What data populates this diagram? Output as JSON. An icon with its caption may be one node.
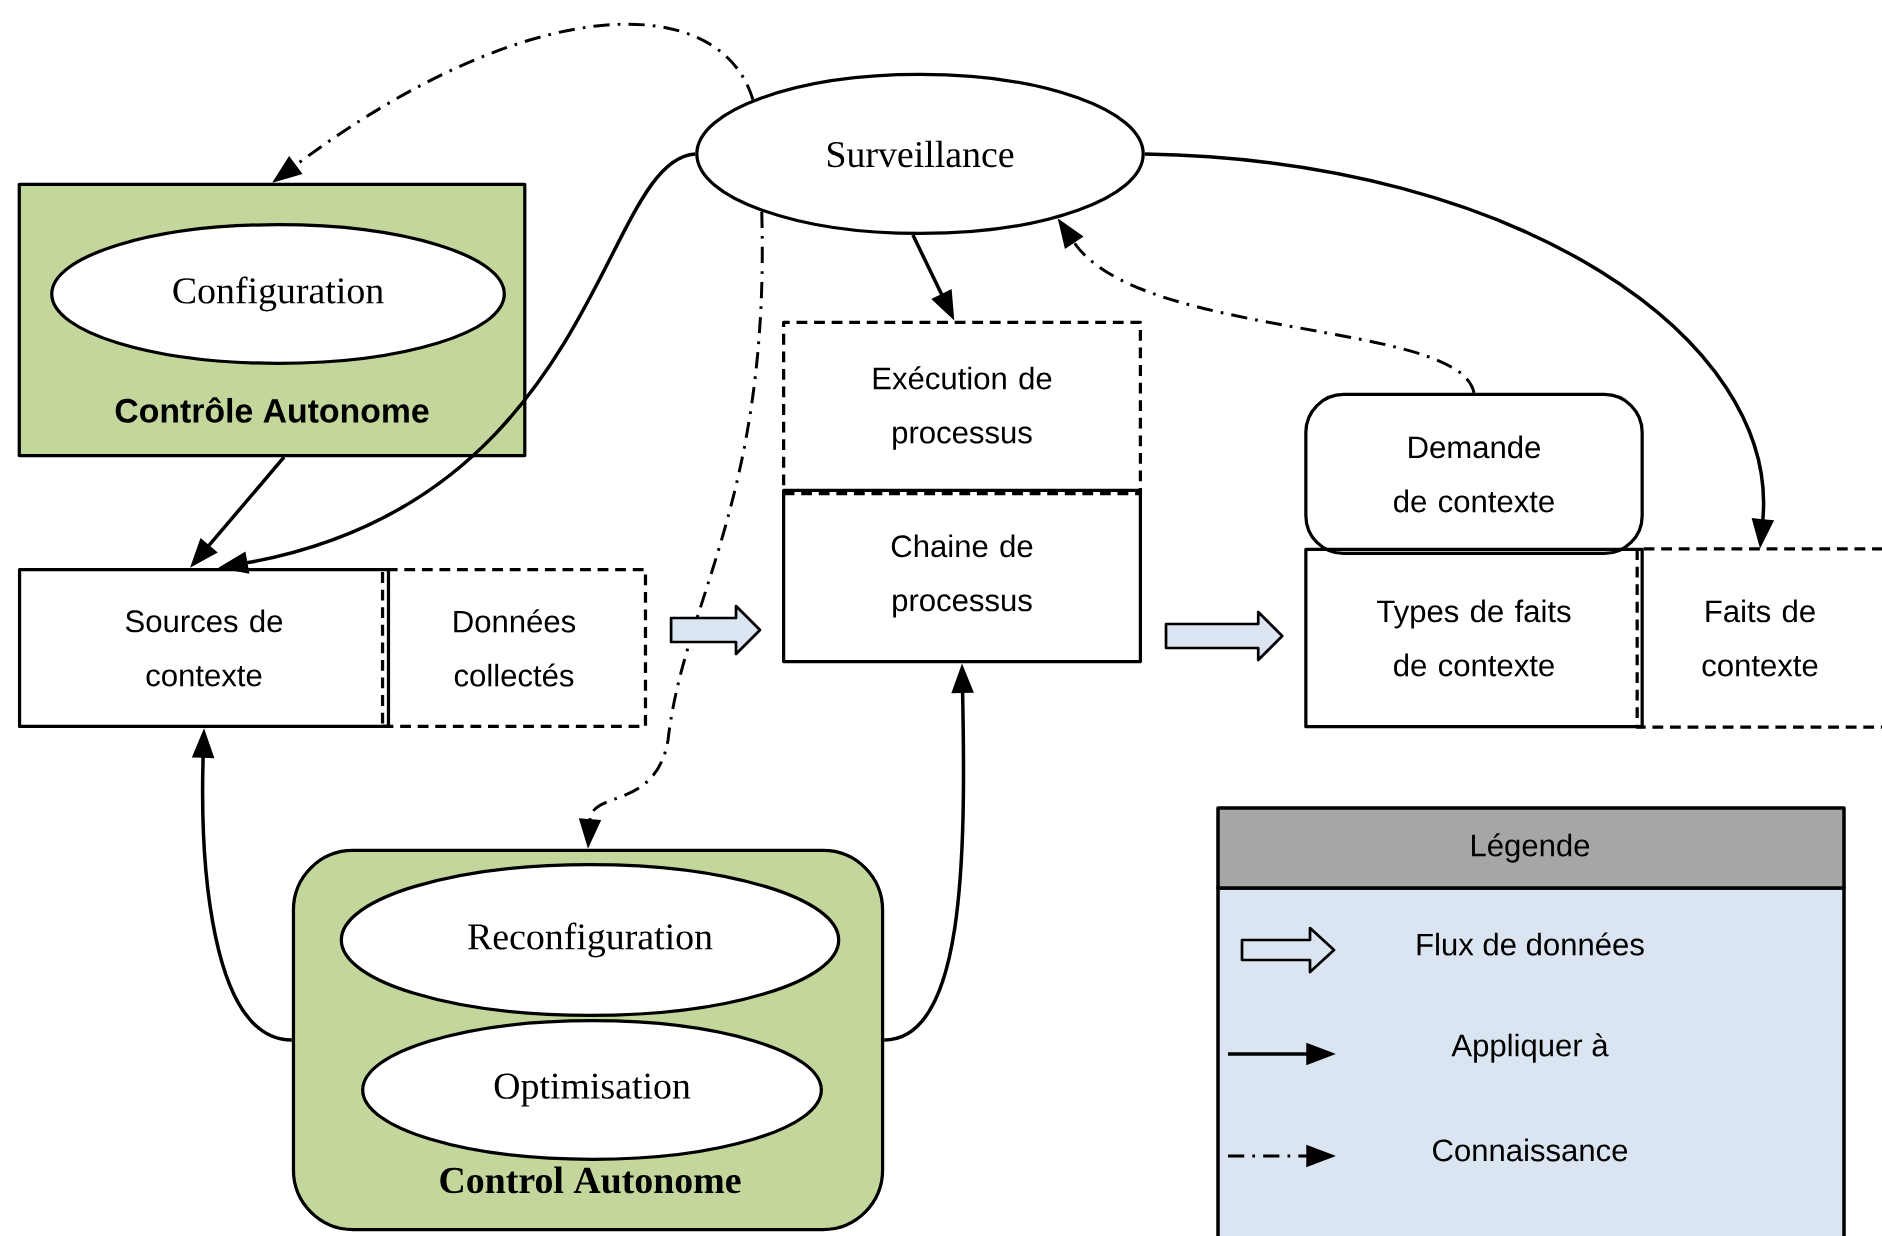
{
  "diagram": {
    "nodes": [
      {
        "text": [
          "Surveillance"
        ]
      },
      {
        "text": [
          "Contrôle Autonome"
        ]
      },
      {
        "text": [
          "Configuration"
        ],
        "in": 1
      },
      {
        "text": [
          "Sources de contexte"
        ]
      },
      {
        "text": [
          "Données collectés"
        ]
      },
      {
        "text": [
          "Exécution de processus"
        ]
      },
      {
        "text": [
          "Chaine de processus"
        ]
      },
      {
        "text": [
          "Demande de contexte"
        ]
      },
      {
        "text": [
          "Types de faits de contexte"
        ]
      },
      {
        "text": [
          "Faits de contexte"
        ]
      },
      {
        "text": [
          "Control Autonome"
        ]
      },
      {
        "text": [
          "Reconfiguration"
        ],
        "in": 10
      },
      {
        "text": [
          "Optimisation"
        ],
        "in": 10
      }
    ],
    "edges": [
      {
        "from": 0,
        "to": 1,
        "arrow": "to",
        "style": "dashed"
      },
      {
        "from": 0,
        "to": 3,
        "arrow": "to"
      },
      {
        "from": 0,
        "to": 5,
        "arrow": "to"
      },
      {
        "from": 0,
        "to": 9,
        "arrow": "to"
      },
      {
        "from": 0,
        "to": 10,
        "arrow": "to",
        "style": "dashed"
      },
      {
        "from": 7,
        "to": 0,
        "arrow": "to",
        "style": "dashed"
      },
      {
        "from": 1,
        "to": 3,
        "arrow": "to"
      },
      {
        "from": 10,
        "to": 3,
        "arrow": "to"
      },
      {
        "from": 10,
        "to": 6,
        "arrow": "to"
      },
      {
        "from": 4,
        "to": 6,
        "arrow": "to",
        "style": "thick"
      },
      {
        "from": 6,
        "to": 8,
        "arrow": "to",
        "style": "thick"
      }
    ],
    "labels": [
      "Légende"
    ],
    "legend": [
      {
        "text": "Flux de données"
      },
      {
        "text": "Appliquer à"
      },
      {
        "text": "Connaissance"
      }
    ]
  }
}
